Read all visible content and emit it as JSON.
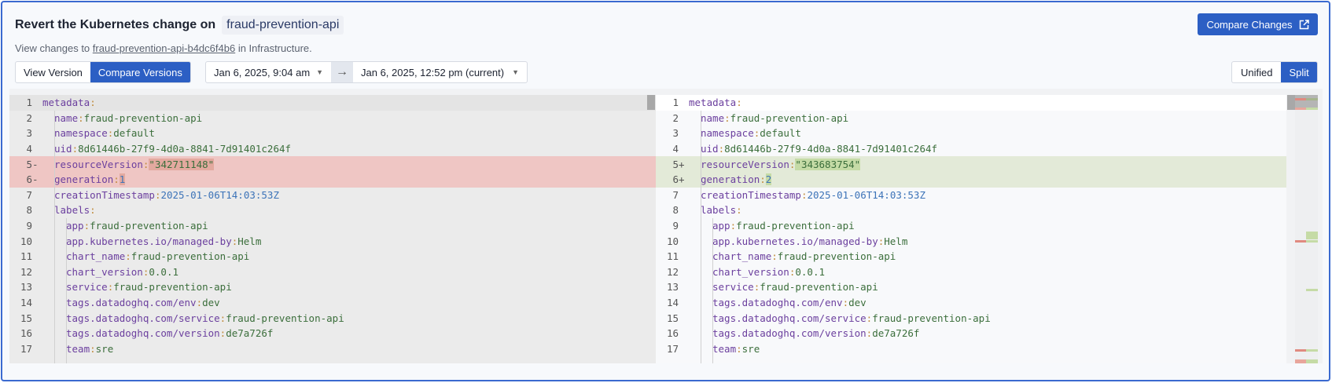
{
  "header": {
    "title": "Revert the Kubernetes change on",
    "resource_chip": "fraud-prevention-api",
    "subtitle_prefix": "View changes to",
    "subtitle_link": "fraud-prevention-api-b4dc6f4b6",
    "subtitle_suffix": "in Infrastructure.",
    "compare_changes_label": "Compare Changes"
  },
  "mode_toggle": {
    "view_version": "View Version",
    "compare_versions": "Compare Versions",
    "selected": "Compare Versions"
  },
  "versions": {
    "from": "Jan 6, 2025, 9:04 am",
    "to": "Jan 6, 2025, 12:52 pm (current)"
  },
  "view_toggle": {
    "unified": "Unified",
    "split": "Split",
    "selected": "Split"
  },
  "colors": {
    "accent": "#2c5fc4",
    "removed": "#efc6c4",
    "added": "#e3ead8"
  },
  "left_lines": [
    {
      "n": "1",
      "m": "",
      "i": 0,
      "k": "metadata",
      "v": ""
    },
    {
      "n": "2",
      "m": "",
      "i": 1,
      "k": "name",
      "v": "fraud-prevention-api"
    },
    {
      "n": "3",
      "m": "",
      "i": 1,
      "k": "namespace",
      "v": "default"
    },
    {
      "n": "4",
      "m": "",
      "i": 1,
      "k": "uid",
      "v": "8d61446b-27f9-4d0a-8841-7d91401c264f"
    },
    {
      "n": "5",
      "m": "-",
      "i": 1,
      "k": "resourceVersion",
      "v": "\"342711148\"",
      "t": "del"
    },
    {
      "n": "6",
      "m": "-",
      "i": 1,
      "k": "generation",
      "v": "1",
      "t": "del"
    },
    {
      "n": "7",
      "m": "",
      "i": 1,
      "k": "creationTimestamp",
      "v": "2025-01-06T14:03:53Z"
    },
    {
      "n": "8",
      "m": "",
      "i": 1,
      "k": "labels",
      "v": ""
    },
    {
      "n": "9",
      "m": "",
      "i": 2,
      "k": "app",
      "v": "fraud-prevention-api"
    },
    {
      "n": "10",
      "m": "",
      "i": 2,
      "k": "app.kubernetes.io/managed-by",
      "v": "Helm"
    },
    {
      "n": "11",
      "m": "",
      "i": 2,
      "k": "chart_name",
      "v": "fraud-prevention-api"
    },
    {
      "n": "12",
      "m": "",
      "i": 2,
      "k": "chart_version",
      "v": "0.0.1"
    },
    {
      "n": "13",
      "m": "",
      "i": 2,
      "k": "service",
      "v": "fraud-prevention-api"
    },
    {
      "n": "14",
      "m": "",
      "i": 2,
      "k": "tags.datadoghq.com/env",
      "v": "dev"
    },
    {
      "n": "15",
      "m": "",
      "i": 2,
      "k": "tags.datadoghq.com/service",
      "v": "fraud-prevention-api"
    },
    {
      "n": "16",
      "m": "",
      "i": 2,
      "k": "tags.datadoghq.com/version",
      "v": "de7a726f"
    },
    {
      "n": "17",
      "m": "",
      "i": 2,
      "k": "team",
      "v": "sre"
    }
  ],
  "right_lines": [
    {
      "n": "1",
      "m": "",
      "i": 0,
      "k": "metadata",
      "v": ""
    },
    {
      "n": "2",
      "m": "",
      "i": 1,
      "k": "name",
      "v": "fraud-prevention-api"
    },
    {
      "n": "3",
      "m": "",
      "i": 1,
      "k": "namespace",
      "v": "default"
    },
    {
      "n": "4",
      "m": "",
      "i": 1,
      "k": "uid",
      "v": "8d61446b-27f9-4d0a-8841-7d91401c264f"
    },
    {
      "n": "5",
      "m": "+",
      "i": 1,
      "k": "resourceVersion",
      "v": "\"343683754\"",
      "t": "add"
    },
    {
      "n": "6",
      "m": "+",
      "i": 1,
      "k": "generation",
      "v": "2",
      "t": "add"
    },
    {
      "n": "7",
      "m": "",
      "i": 1,
      "k": "creationTimestamp",
      "v": "2025-01-06T14:03:53Z"
    },
    {
      "n": "8",
      "m": "",
      "i": 1,
      "k": "labels",
      "v": ""
    },
    {
      "n": "9",
      "m": "",
      "i": 2,
      "k": "app",
      "v": "fraud-prevention-api"
    },
    {
      "n": "10",
      "m": "",
      "i": 2,
      "k": "app.kubernetes.io/managed-by",
      "v": "Helm"
    },
    {
      "n": "11",
      "m": "",
      "i": 2,
      "k": "chart_name",
      "v": "fraud-prevention-api"
    },
    {
      "n": "12",
      "m": "",
      "i": 2,
      "k": "chart_version",
      "v": "0.0.1"
    },
    {
      "n": "13",
      "m": "",
      "i": 2,
      "k": "service",
      "v": "fraud-prevention-api"
    },
    {
      "n": "14",
      "m": "",
      "i": 2,
      "k": "tags.datadoghq.com/env",
      "v": "dev"
    },
    {
      "n": "15",
      "m": "",
      "i": 2,
      "k": "tags.datadoghq.com/service",
      "v": "fraud-prevention-api"
    },
    {
      "n": "16",
      "m": "",
      "i": 2,
      "k": "tags.datadoghq.com/version",
      "v": "de7a726f"
    },
    {
      "n": "17",
      "m": "",
      "i": 2,
      "k": "team",
      "v": "sre"
    }
  ]
}
